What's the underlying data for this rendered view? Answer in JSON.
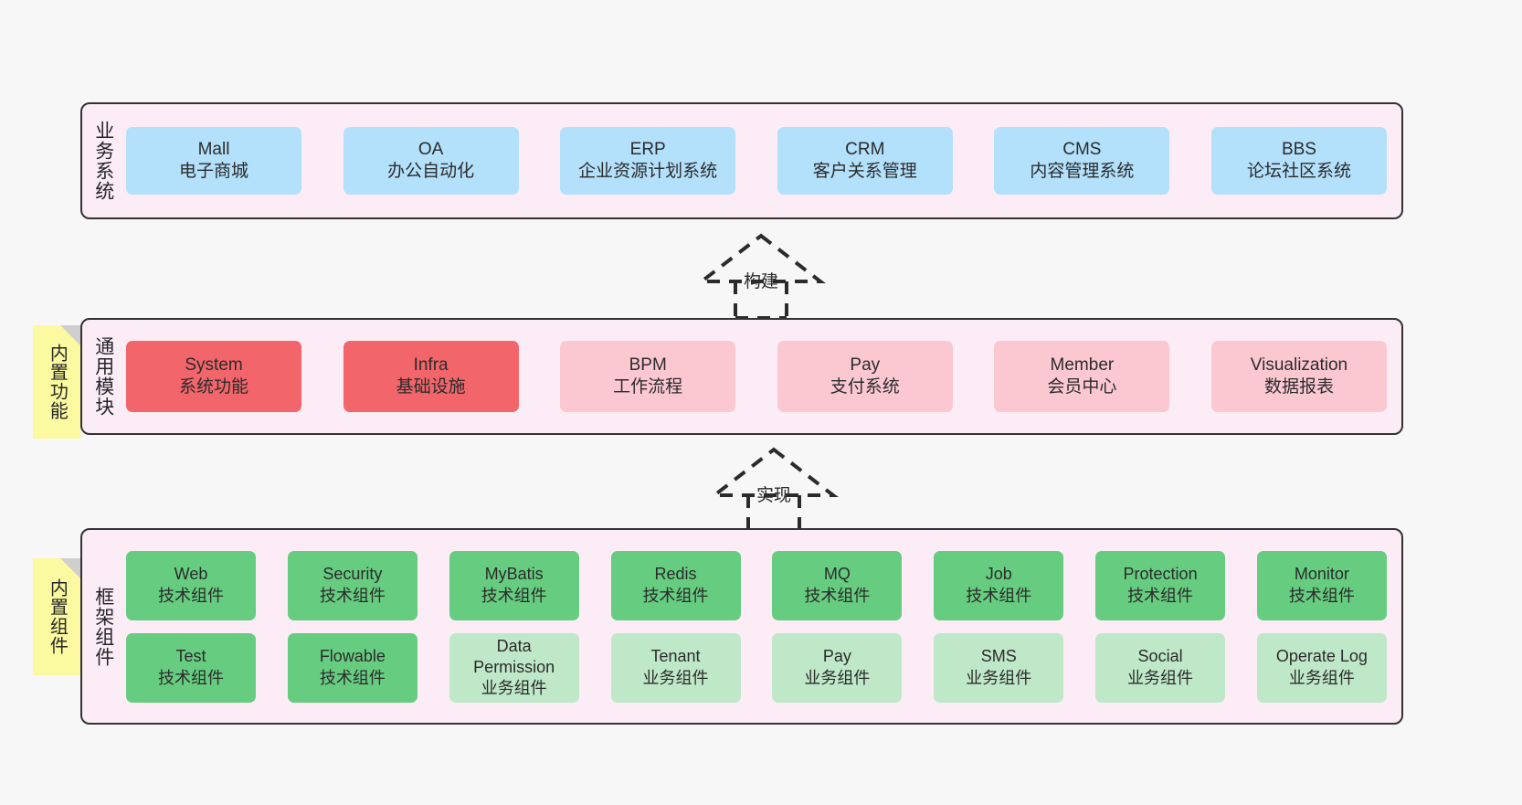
{
  "diagram": {
    "title": "系统架构图",
    "background_color": "#f7f7f7",
    "layer_fill": "#fbecf6",
    "layer_border": "#333333",
    "note_color": "#fbfaa0",
    "colors": {
      "business": "#b3e0fb",
      "module_core": "#f2656a",
      "module_optional": "#fbc8d2",
      "tech_component": "#66cc80",
      "business_component": "#bfe8c8"
    }
  },
  "layers": {
    "business": {
      "label": "业务系统",
      "items": [
        {
          "name": "Mall",
          "desc": "电子商城",
          "color": "blue"
        },
        {
          "name": "OA",
          "desc": "办公自动化",
          "color": "blue"
        },
        {
          "name": "ERP",
          "desc": "企业资源计划系统",
          "color": "blue"
        },
        {
          "name": "CRM",
          "desc": "客户关系管理",
          "color": "blue"
        },
        {
          "name": "CMS",
          "desc": "内容管理系统",
          "color": "blue"
        },
        {
          "name": "BBS",
          "desc": "论坛社区系统",
          "color": "blue"
        }
      ]
    },
    "modules": {
      "label": "通用模块",
      "note": "内置功能",
      "items": [
        {
          "name": "System",
          "desc": "系统功能",
          "color": "red"
        },
        {
          "name": "Infra",
          "desc": "基础设施",
          "color": "red"
        },
        {
          "name": "BPM",
          "desc": "工作流程",
          "color": "pink"
        },
        {
          "name": "Pay",
          "desc": "支付系统",
          "color": "pink"
        },
        {
          "name": "Member",
          "desc": "会员中心",
          "color": "pink"
        },
        {
          "name": "Visualization",
          "desc": "数据报表",
          "color": "pink"
        }
      ]
    },
    "framework": {
      "label": "框架组件",
      "note": "内置组件",
      "row1": [
        {
          "name": "Web",
          "desc": "技术组件",
          "color": "green"
        },
        {
          "name": "Security",
          "desc": "技术组件",
          "color": "green"
        },
        {
          "name": "MyBatis",
          "desc": "技术组件",
          "color": "green"
        },
        {
          "name": "Redis",
          "desc": "技术组件",
          "color": "green"
        },
        {
          "name": "MQ",
          "desc": "技术组件",
          "color": "green"
        },
        {
          "name": "Job",
          "desc": "技术组件",
          "color": "green"
        },
        {
          "name": "Protection",
          "desc": "技术组件",
          "color": "green"
        },
        {
          "name": "Monitor",
          "desc": "技术组件",
          "color": "green"
        }
      ],
      "row2": [
        {
          "name": "Test",
          "desc": "技术组件",
          "color": "green"
        },
        {
          "name": "Flowable",
          "desc": "技术组件",
          "color": "green"
        },
        {
          "name": "Data Permission",
          "desc": "业务组件",
          "color": "lightgreen"
        },
        {
          "name": "Tenant",
          "desc": "业务组件",
          "color": "lightgreen"
        },
        {
          "name": "Pay",
          "desc": "业务组件",
          "color": "lightgreen"
        },
        {
          "name": "SMS",
          "desc": "业务组件",
          "color": "lightgreen"
        },
        {
          "name": "Social",
          "desc": "业务组件",
          "color": "lightgreen"
        },
        {
          "name": "Operate Log",
          "desc": "业务组件",
          "color": "lightgreen"
        }
      ]
    }
  },
  "arrows": {
    "build": {
      "label": "构建",
      "style": "dashed-generalization-up"
    },
    "implement": {
      "label": "实现",
      "style": "dashed-generalization-up"
    }
  }
}
